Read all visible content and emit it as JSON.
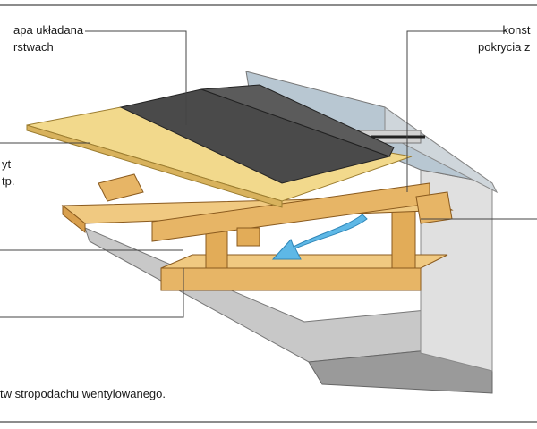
{
  "labels": {
    "roofing_membrane": {
      "line1": "apa układana",
      "line2": "rstwach"
    },
    "boards": {
      "line1": "yt",
      "line2": "tp."
    },
    "construction": {
      "line1": "konst",
      "line2": "pokrycia z"
    }
  },
  "caption": "tw stropodachu wentylowanego.",
  "colors": {
    "board": "#f2d98c",
    "membrane": "#4a4a4a",
    "timber": "#e7b566",
    "wall": "#dcdcdc",
    "air_arrow": "#5eb8e6"
  },
  "icons": {
    "airflow": "airflow-arrow-icon"
  }
}
